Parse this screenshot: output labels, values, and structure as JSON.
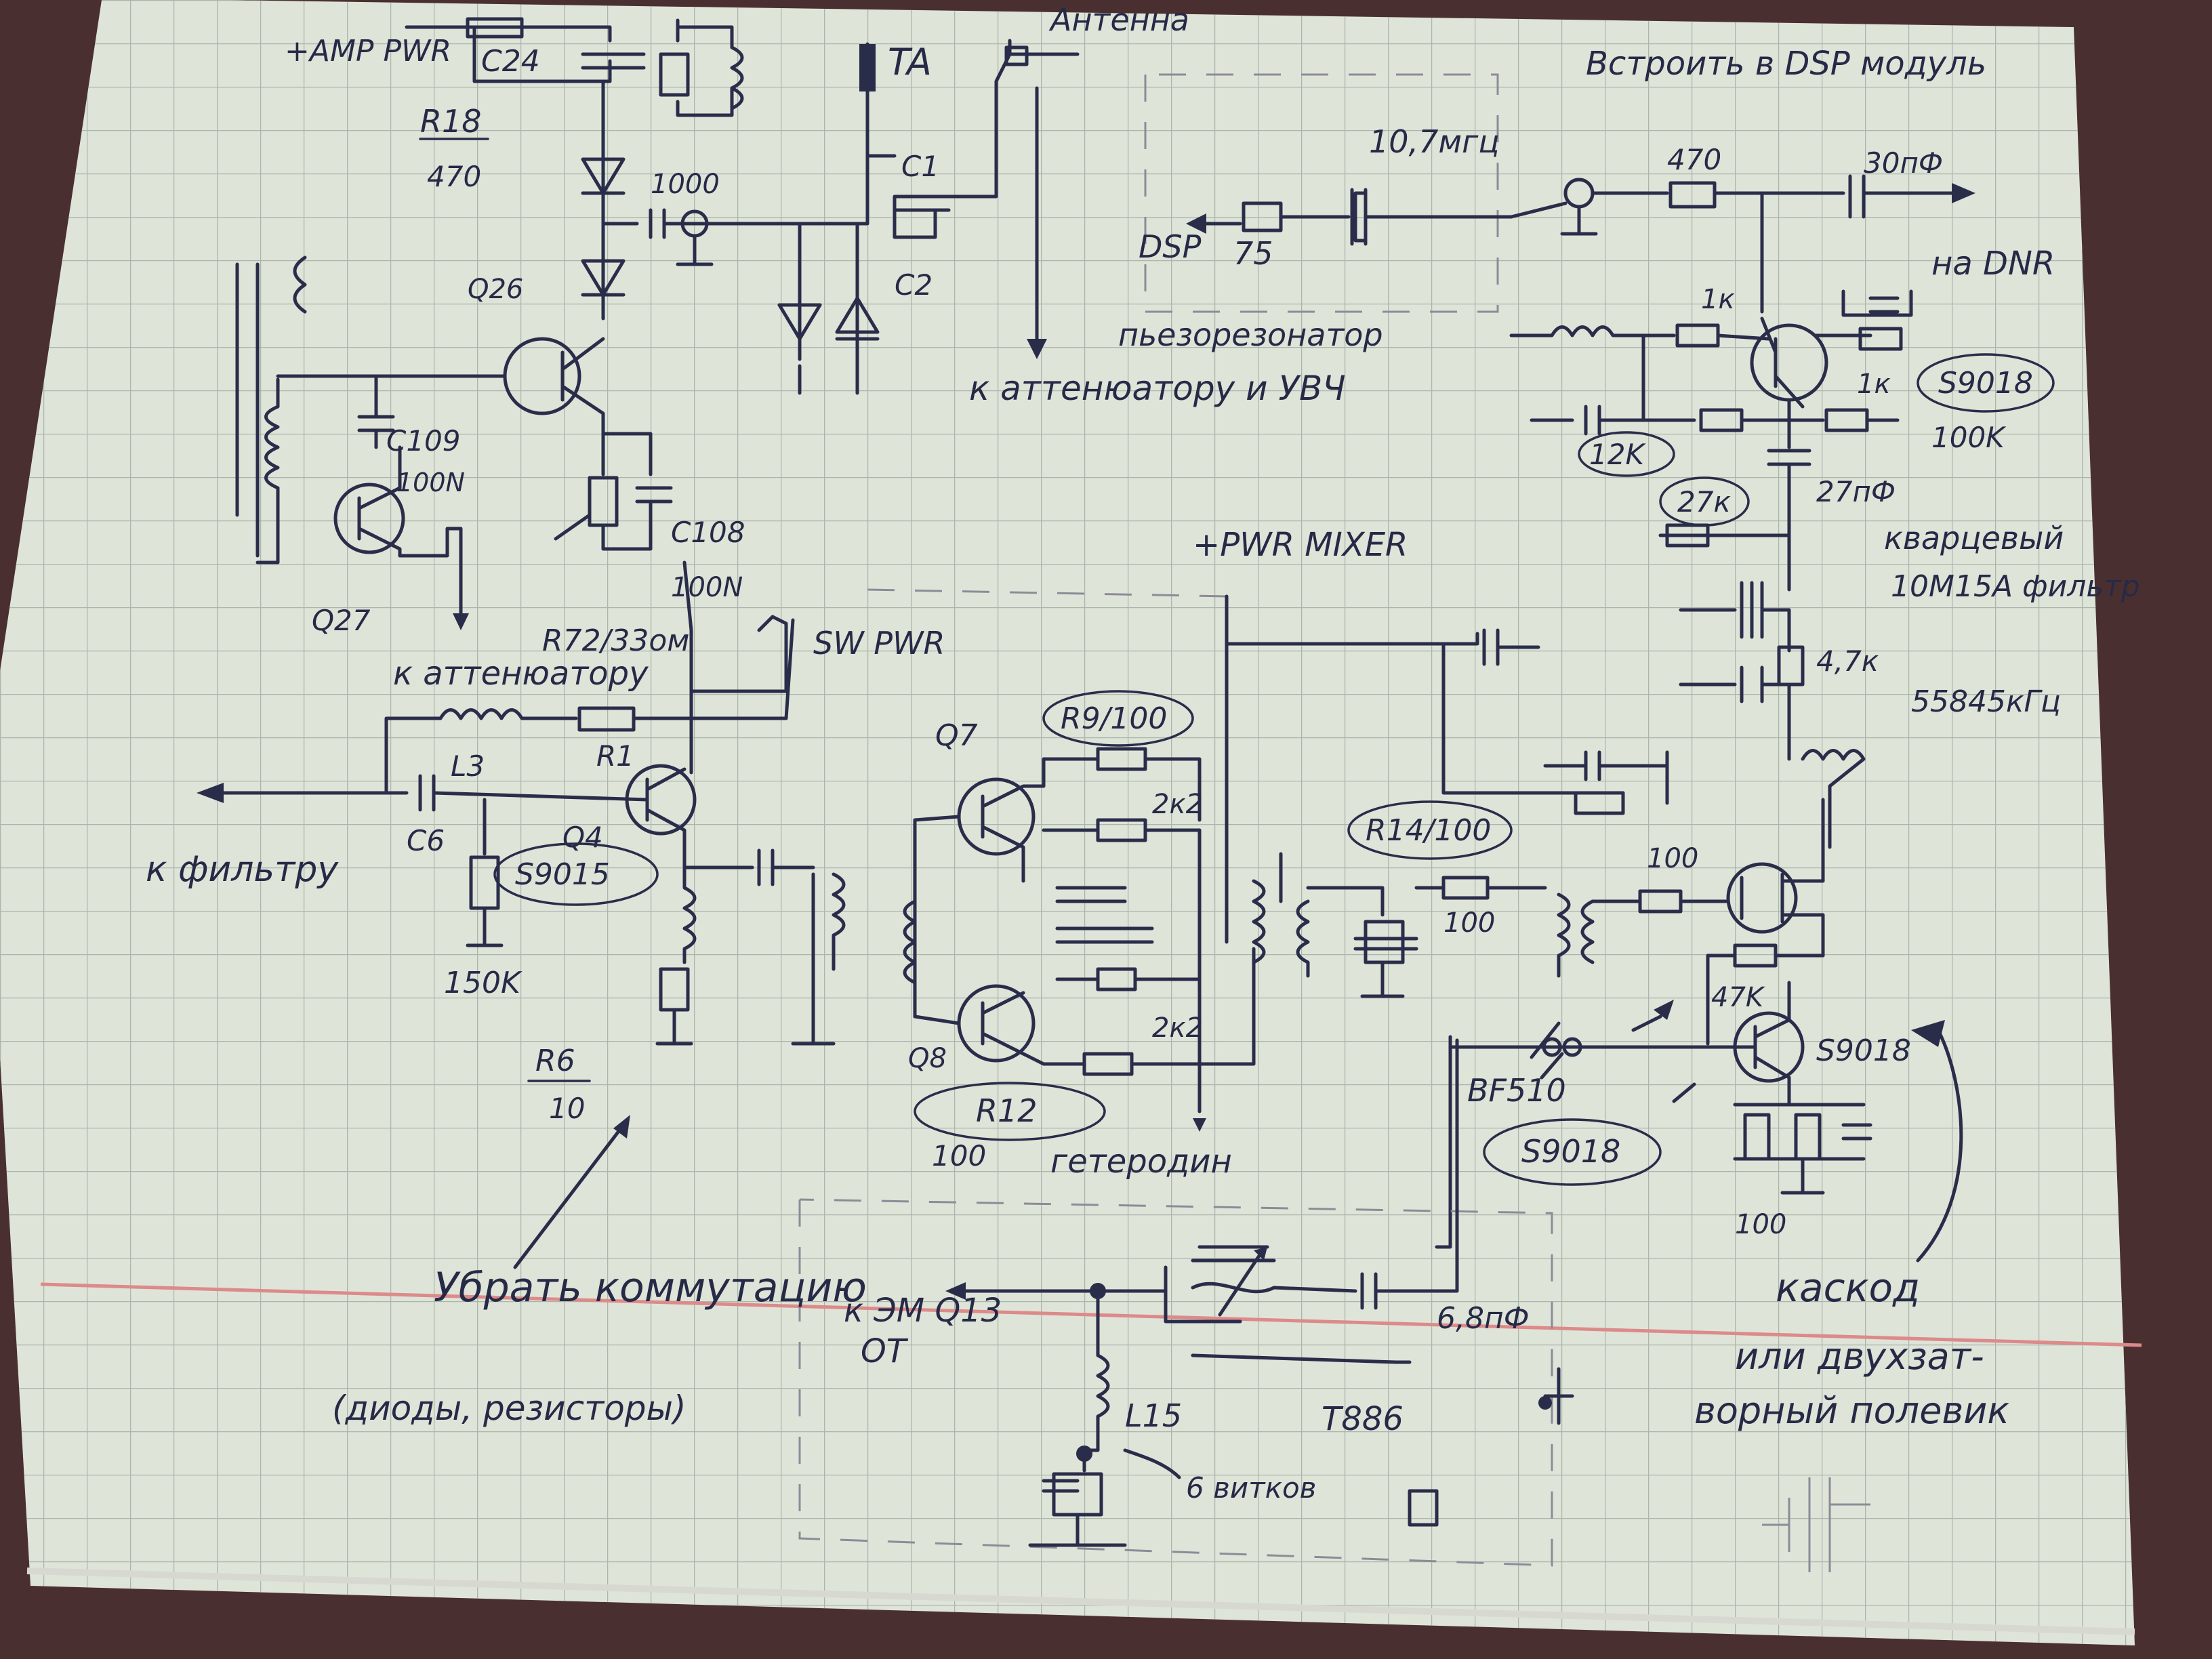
{
  "labels": {
    "amp_pwr": "+AMP PWR",
    "c24": "C24",
    "r18": "R18",
    "r18_val": "470",
    "c1000": "1000",
    "q26": "Q26",
    "c109": "C109",
    "c109_val": "100N",
    "q27": "Q27",
    "c108": "C108",
    "c108_val": "100N",
    "r72": "R72/33ом",
    "to_attenuator": "к аттенюатору",
    "sw_pwr": "SW PWR",
    "l3": "L3",
    "r1": "R1",
    "c6": "C6",
    "q4": "Q4",
    "s9015": "S9015",
    "to_filter": "к фильтру",
    "r150k": "150K",
    "r6": "R6",
    "r6_val": "10",
    "ta": "TA",
    "antenna": "Антенна",
    "c1": "C1",
    "c2": "C2",
    "to_att_uvch": "к аттенюатору и УВЧ",
    "embed_dsp": "Встроить в DSP модуль",
    "f10_7": "10,7мгц",
    "dsp": "DSP",
    "r75": "75",
    "piezo": "пьезорезонатор",
    "r470": "470",
    "c30p": "30пФ",
    "to_dnr": "на DNR",
    "r1k_a": "1к",
    "r1k_b": "1к",
    "s9018_a": "S9018",
    "r12k": "12K",
    "r100k": "100K",
    "c27n": "27пФ",
    "r27k": "27к",
    "quartz": "кварцевый",
    "quartz_filter": "10М15А фильтр",
    "r4k7": "4,7к",
    "freq": "55845кГц",
    "pwr_mixer": "+PWR MIXER",
    "q7": "Q7",
    "r9": "R9/100",
    "r2k2_a": "2к2",
    "r2k2_b": "2к2",
    "q8": "Q8",
    "r12": "R12",
    "r12_val": "100",
    "heterodyne": "гетеродин",
    "r14": "R14/100",
    "r100_a": "100",
    "r100_b": "100",
    "r47k": "47K",
    "s9018_b": "S9018",
    "bf510": "BF510",
    "s9018_c": "S9018",
    "r100_c": "100",
    "cascode": "каскод",
    "cascode_2": "или двухзат-",
    "cascode_3": "ворный полевик",
    "remove_switch": "Убрать коммутацию",
    "remove_switch_2": "(диоды, резисторы)",
    "to_em": "к ЭМ Q13",
    "ot": "ОТ",
    "c6_8n": "6,8пФ",
    "l15": "L15",
    "t886": "Т886",
    "turns": "6 витков"
  }
}
